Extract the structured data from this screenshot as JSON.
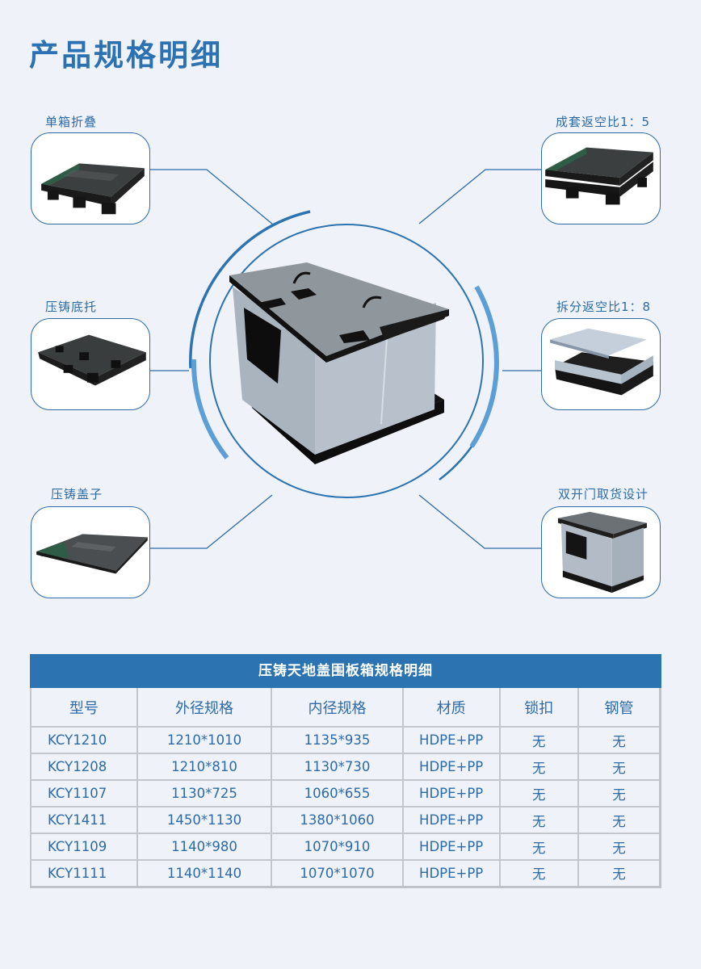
{
  "page": {
    "title": "产品规格明细"
  },
  "features": [
    {
      "label": "单箱折叠",
      "image": "single-folded-pallet"
    },
    {
      "label": "压铸底托",
      "image": "die-cast-base-pallet"
    },
    {
      "label": "压铸盖子",
      "image": "die-cast-lid"
    },
    {
      "label": "成套返空比1：5",
      "image": "stacked-pallets"
    },
    {
      "label": "拆分返空比1：8",
      "image": "split-sleeve-box"
    },
    {
      "label": "双开门取货设计",
      "image": "double-door-box"
    }
  ],
  "center": {
    "image": "sleeve-pallet-box"
  },
  "colors": {
    "brand_blue": "#2c73b2",
    "arc_light_blue": "#5b9fd6",
    "text_blue": "#2c6aa8",
    "background": "#eff3f9",
    "table_border": "#c3c6cb"
  },
  "table": {
    "title": "压铸天地盖围板箱规格明细",
    "headers": [
      "型号",
      "外径规格",
      "内径规格",
      "材质",
      "锁扣",
      "钢管"
    ],
    "rows": [
      [
        "KCY1210",
        "1210*1010",
        "1135*935",
        "HDPE+PP",
        "无",
        "无"
      ],
      [
        "KCY1208",
        "1210*810",
        "1130*730",
        "HDPE+PP",
        "无",
        "无"
      ],
      [
        "KCY1107",
        "1130*725",
        "1060*655",
        "HDPE+PP",
        "无",
        "无"
      ],
      [
        "KCY1411",
        "1450*1130",
        "1380*1060",
        "HDPE+PP",
        "无",
        "无"
      ],
      [
        "KCY1109",
        "1140*980",
        "1070*910",
        "HDPE+PP",
        "无",
        "无"
      ],
      [
        "KCY1111",
        "1140*1140",
        "1070*1070",
        "HDPE+PP",
        "无",
        "无"
      ]
    ]
  }
}
